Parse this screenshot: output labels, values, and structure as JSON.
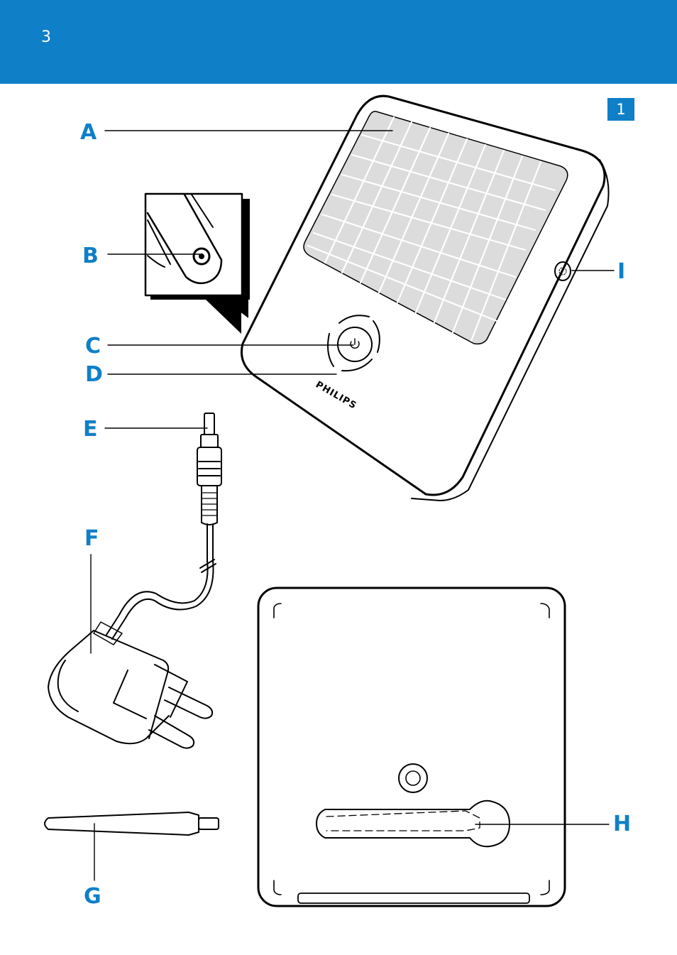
{
  "header": {
    "page_number": "3",
    "color": "#0f7fc8"
  },
  "figure": {
    "number": "1"
  },
  "brand": {
    "logo_text": "PHILIPS"
  },
  "callouts": {
    "A": "A",
    "B": "B",
    "C": "C",
    "D": "D",
    "E": "E",
    "F": "F",
    "G": "G",
    "H": "H",
    "I": "I"
  },
  "accent_color": "#0f7fc8"
}
